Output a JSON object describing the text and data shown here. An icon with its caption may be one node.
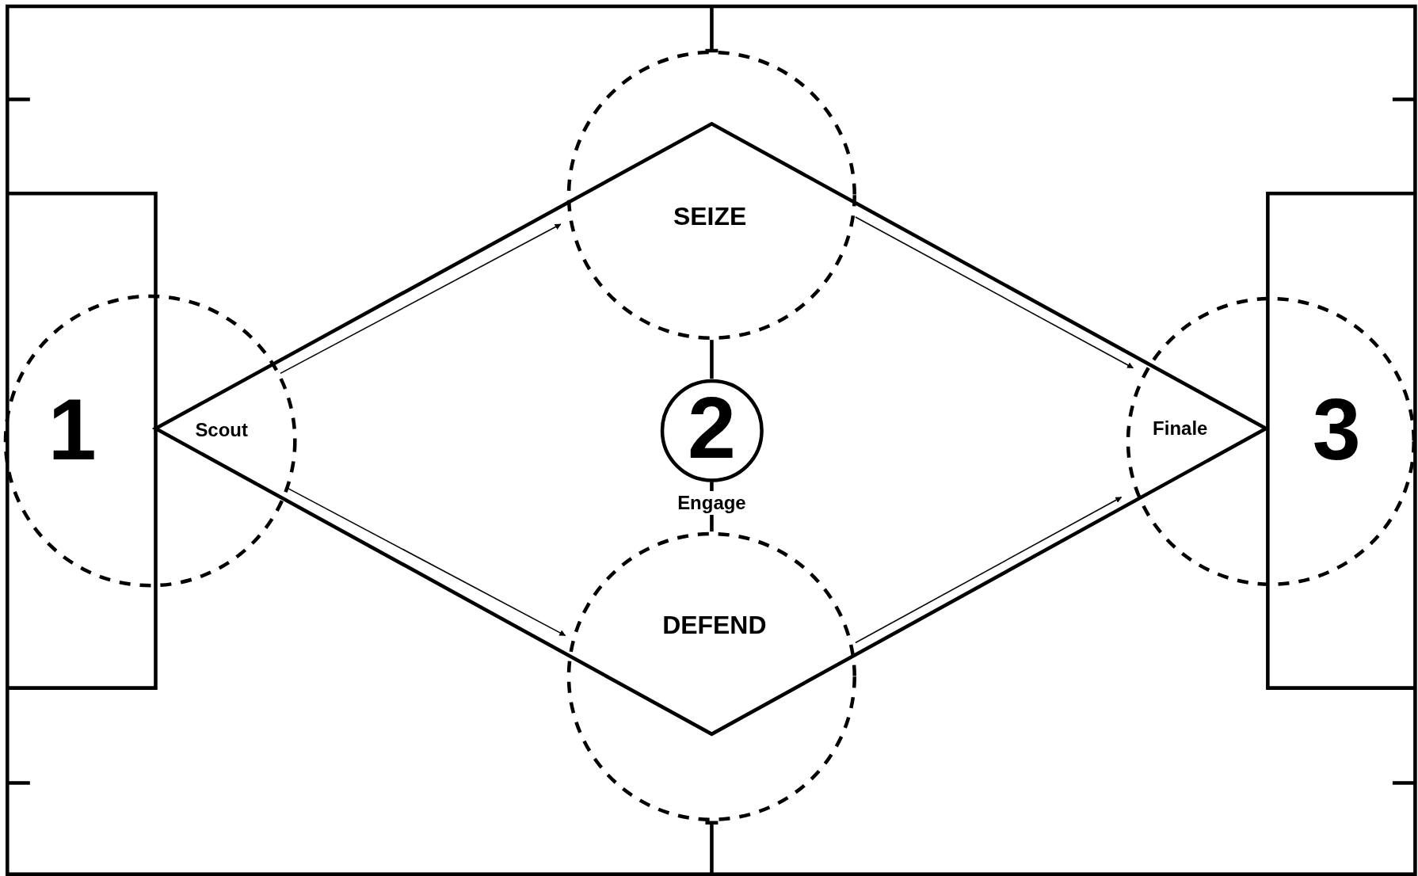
{
  "diagram": {
    "nodes": [
      {
        "text": [
          "1",
          "Scout"
        ]
      },
      {
        "text": [
          "SEIZE"
        ]
      },
      {
        "text": [
          "2"
        ],
        "beside": [
          "Engage"
        ]
      },
      {
        "text": [
          "DEFEND"
        ]
      },
      {
        "text": [
          "Finale",
          "3"
        ]
      }
    ],
    "edges": [
      {
        "from": 0,
        "to": 1,
        "arrow": "to"
      },
      {
        "from": 0,
        "to": 3,
        "arrow": "to"
      },
      {
        "from": 1,
        "to": 4,
        "arrow": "to"
      },
      {
        "from": 3,
        "to": 4,
        "arrow": "to"
      },
      {
        "from": 1,
        "to": 2,
        "arrow": "none",
        "style": "thick"
      },
      {
        "from": 2,
        "to": 3,
        "arrow": "none",
        "style": "thick"
      }
    ]
  }
}
